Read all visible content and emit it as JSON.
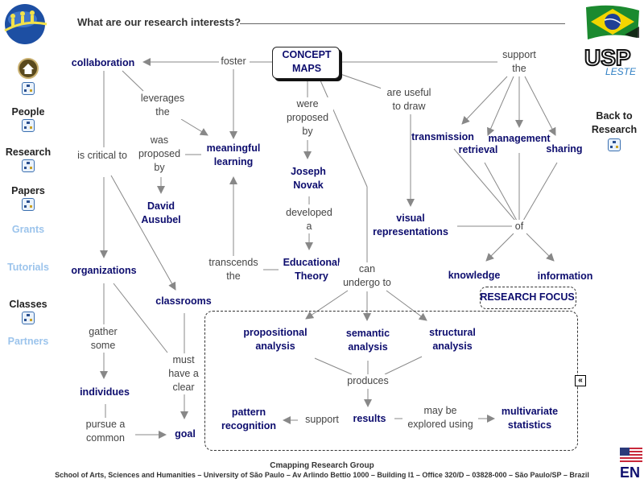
{
  "header": {
    "title": "What are our research interests?"
  },
  "sidebar": {
    "items": [
      {
        "label": "People",
        "active": true
      },
      {
        "label": "Research",
        "active": true
      },
      {
        "label": "Papers",
        "active": true
      },
      {
        "label": "Grants",
        "active": false
      },
      {
        "label": "Tutorials",
        "active": false
      },
      {
        "label": "Classes",
        "active": true
      },
      {
        "label": "Partners",
        "active": false
      }
    ]
  },
  "back_link": {
    "label": "Back to Research"
  },
  "map": {
    "concepts": {
      "concept_maps": "CONCEPT MAPS",
      "collaboration": "collaboration",
      "meaningful_learning": "meaningful learning",
      "david_ausubel": "David Ausubel",
      "joseph_novak": "Joseph Novak",
      "educational_theory": "Educational Theory",
      "organizations": "organizations",
      "classrooms": "classrooms",
      "individues": "individues",
      "goal": "goal",
      "transmission": "transmission",
      "retrieval": "retrieval",
      "management": "management",
      "sharing": "sharing",
      "visual_representations": "visual representations",
      "knowledge": "knowledge",
      "information": "information",
      "research_focus": "RESEARCH FOCUS",
      "propositional_analysis": "propositional analysis",
      "semantic_analysis": "semantic analysis",
      "structural_analysis": "structural analysis",
      "pattern_recognition": "pattern recognition",
      "results": "results",
      "multivariate_statistics": "multivariate statistics"
    },
    "links": {
      "foster": "foster",
      "support_the": "support the",
      "leverages_the": "leverages the",
      "were_proposed_by": "were proposed by",
      "are_useful_to_draw": "are useful to draw",
      "was_proposed_by": "was proposed by",
      "is_critical_to": "is critical to",
      "developed_a": "developed a",
      "transcends_the": "transcends the",
      "can_undergo_to": "can undergo to",
      "of": "of",
      "gather_some": "gather some",
      "must_have_a_clear": "must have a clear",
      "pursue_a_common": "pursue a common",
      "produces": "produces",
      "support": "support",
      "may_be_explored_using": "may be explored using"
    }
  },
  "footer": {
    "group": "Cmapping Research Group",
    "address": "School of Arts, Sciences and Humanities – University of São Paulo – Av Arlindo Bettio 1000 – Building I1 – Office 320/D – 03828-000 – São Paulo/SP – Brazil"
  },
  "language": {
    "label": "EN"
  },
  "icons": {
    "collapse": "«"
  },
  "colors": {
    "concept": "#0d0d6e",
    "link": "#444444",
    "edge": "#888888",
    "nav_dim": "#9cc4ec"
  }
}
